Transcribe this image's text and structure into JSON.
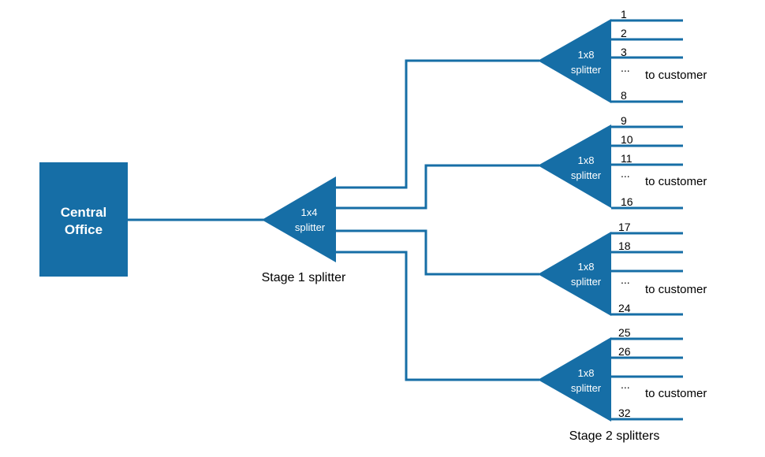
{
  "colors": {
    "primary": "#166ea6",
    "line": "#166ea6",
    "text": "#000000",
    "on_primary": "#ffffff"
  },
  "central_office": {
    "line1": "Central",
    "line2": "Office"
  },
  "stage1": {
    "splitter_line1": "1x4",
    "splitter_line2": "splitter",
    "caption": "Stage 1 splitter"
  },
  "stage2": {
    "caption": "Stage 2 splitters",
    "splitters": [
      {
        "line1": "1x8",
        "line2": "splitter",
        "ports": [
          "1",
          "2",
          "3",
          "...",
          "8"
        ],
        "destination": "to customer"
      },
      {
        "line1": "1x8",
        "line2": "splitter",
        "ports": [
          "9",
          "10",
          "11",
          "...",
          "16"
        ],
        "destination": "to customer"
      },
      {
        "line1": "1x8",
        "line2": "splitter",
        "ports": [
          "17",
          "18",
          "...",
          "24"
        ],
        "destination": "to customer"
      },
      {
        "line1": "1x8",
        "line2": "splitter",
        "ports": [
          "25",
          "26",
          "...",
          "32"
        ],
        "destination": "to customer"
      }
    ]
  }
}
